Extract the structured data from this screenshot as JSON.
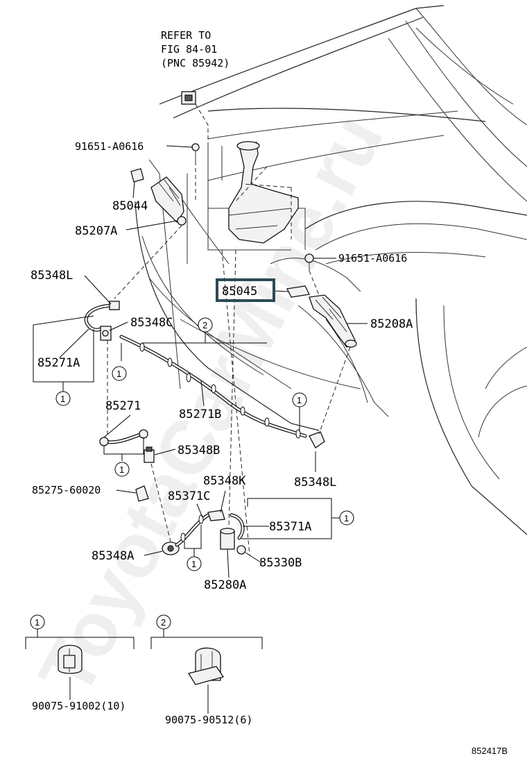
{
  "diagram": {
    "figure_id": "852417B",
    "watermark": "ToyotaCarMine.ru",
    "reference_note": [
      "REFER TO",
      "FIG 84-01",
      "(PNC 85942)"
    ],
    "highlighted_part": "85045",
    "part_labels": {
      "p91651_top": "91651-A0616",
      "p85044": "85044",
      "p85207A": "85207A",
      "p85348L_left": "85348L",
      "p85348C": "85348C",
      "p85271A": "85271A",
      "p85045": "85045",
      "p91651_right": "91651-A0616",
      "p85208A": "85208A",
      "p85271B": "85271B",
      "p85271": "85271",
      "p85348B": "85348B",
      "p85348L_right": "85348L",
      "p85275": "85275-60020",
      "p85348K": "85348K",
      "p85371C": "85371C",
      "p85371A": "85371A",
      "p85348A": "85348A",
      "p85330B": "85330B",
      "p85280A": "85280A"
    },
    "callouts": {
      "c1": "1",
      "c2": "2"
    },
    "legend": [
      {
        "callout": "1",
        "part_no": "90075-91002(10)"
      },
      {
        "callout": "2",
        "part_no": "90075-90512(6)"
      }
    ],
    "colors": {
      "ink": "#000000",
      "highlight_border": "#2b4a55",
      "background": "#ffffff"
    }
  }
}
